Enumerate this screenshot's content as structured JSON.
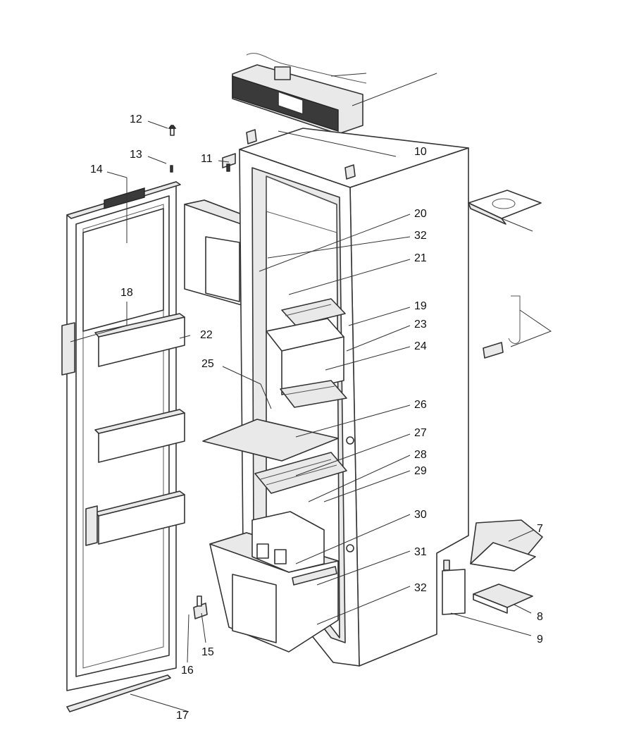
{
  "callouts": {
    "c7": "7",
    "c8": "8",
    "c9": "9",
    "c10": "10",
    "c11": "11",
    "c12": "12",
    "c13": "13",
    "c14": "14",
    "c15": "15",
    "c16": "16",
    "c17": "17",
    "c18": "18",
    "c19": "19",
    "c20": "20",
    "c21": "21",
    "c22": "22",
    "c23": "23",
    "c24": "24",
    "c25": "25",
    "c26": "26",
    "c27": "27",
    "c28": "28",
    "c29": "29",
    "c30": "30",
    "c31": "31",
    "c32a": "32",
    "c32b": "32"
  }
}
